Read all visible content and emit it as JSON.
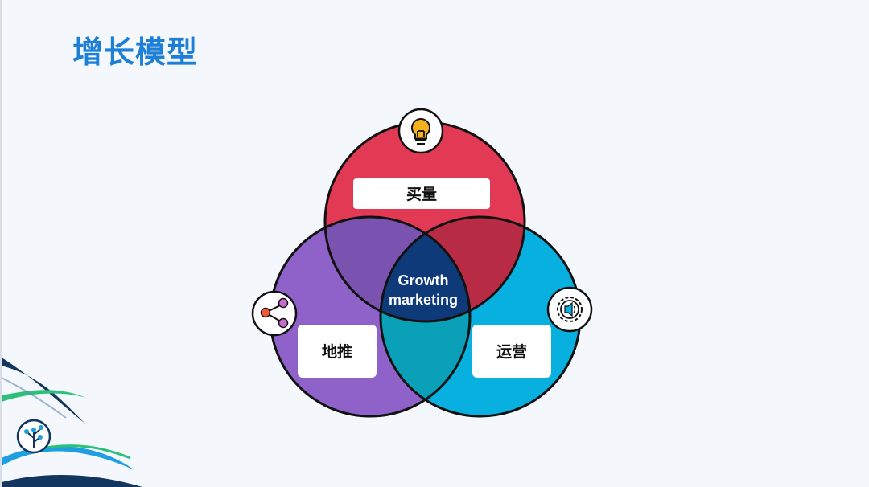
{
  "title": "增长模型",
  "center_label": [
    "Growth",
    "marketing"
  ],
  "circles": [
    {
      "label": "买量",
      "color": "#e23a55",
      "icon": "lightbulb-icon"
    },
    {
      "label": "地推",
      "color": "#8e62c8",
      "icon": "share-icon"
    },
    {
      "label": "运营",
      "color": "#08b0e0",
      "icon": "gear-speaker-icon"
    }
  ],
  "colors": {
    "title": "#1e7fd6",
    "center": "#0f3a7a",
    "overlap_top_left": "#7a52b0",
    "overlap_top_right": "#b72b45",
    "overlap_bottom": "#0aa1b8"
  }
}
